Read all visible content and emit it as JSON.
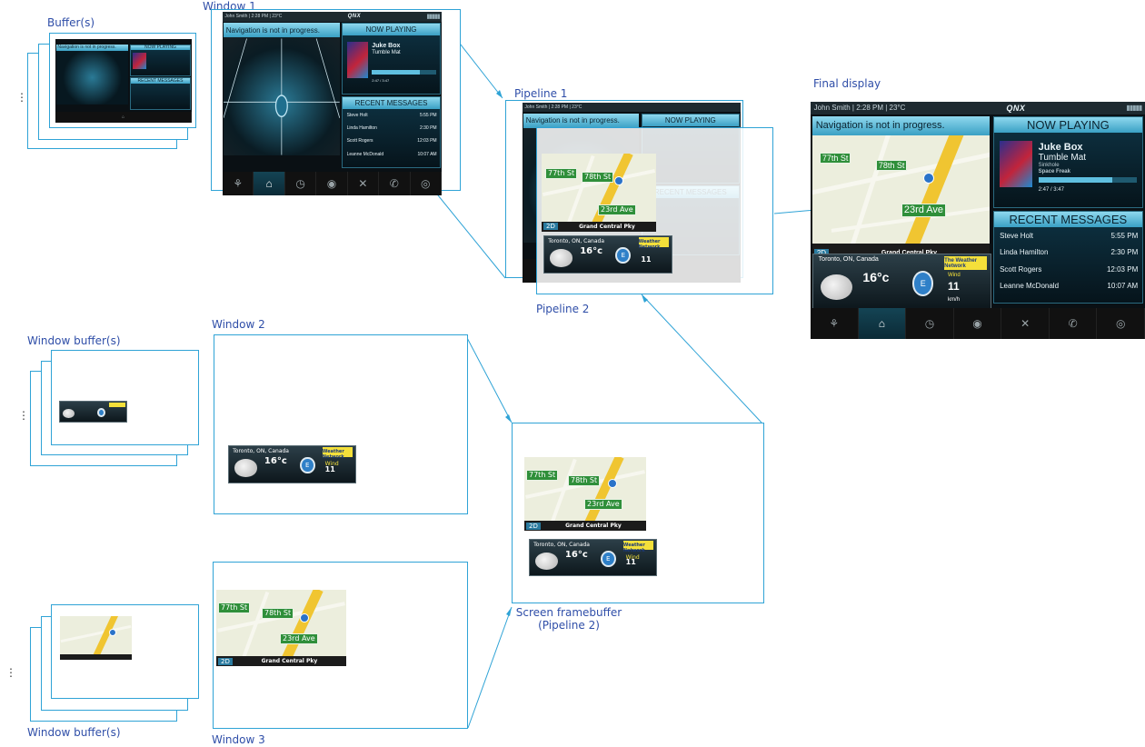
{
  "labels": {
    "buffers": "Buffer(s)",
    "window1": "Window 1",
    "pipeline1": "Pipeline 1",
    "pipeline2": "Pipeline 2",
    "final_display": "Final display",
    "window2": "Window 2",
    "window3": "Window 3",
    "window_buffers_top": "Window buffer(s)",
    "window_buffers_bottom": "Window buffer(s)",
    "screen_fb_line1": "Screen framebuffer",
    "screen_fb_line2": "(Pipeline 2)",
    "ellipsis": "⋮"
  },
  "screen": {
    "user": "John Smith | 2:28 PM | 23°C",
    "logo": "QNX",
    "signal": "▮▮▮▮▮",
    "nav_status": "Navigation is not in progress.",
    "now_playing_title": "NOW PLAYING",
    "track_title": "Juke Box",
    "track_artist": "Tumble Mat",
    "track_album": "Sinkhole",
    "track_label": "Space Freak",
    "track_time": "2:47 / 3:47",
    "track_progress": 0.75,
    "messages_title": "RECENT MESSAGES",
    "messages": [
      {
        "name": "Steve Holt",
        "time": "5:55 PM",
        "icon": "phone-icon"
      },
      {
        "name": "Linda Hamilton",
        "time": "2:30 PM",
        "icon": "chat-icon"
      },
      {
        "name": "Scott Rogers",
        "time": "12:03 PM",
        "icon": "mail-icon"
      },
      {
        "name": "Leanne McDonald",
        "time": "10:07 AM",
        "icon": "twitter-icon"
      }
    ],
    "dock": [
      "⚘",
      "⌂",
      "◷",
      "◉",
      "✕",
      "✆",
      "◎"
    ]
  },
  "map": {
    "signs": [
      "77th St",
      "78th St",
      "23rd Ave"
    ],
    "mode": "2D",
    "street": "Grand Central Pky"
  },
  "weather": {
    "city": "Toronto, ON, Canada",
    "temp": "16°c",
    "compass": "E",
    "network": "The Weather Network",
    "wind_label": "Wind",
    "wind_value": "11",
    "wind_unit": "km/h"
  }
}
